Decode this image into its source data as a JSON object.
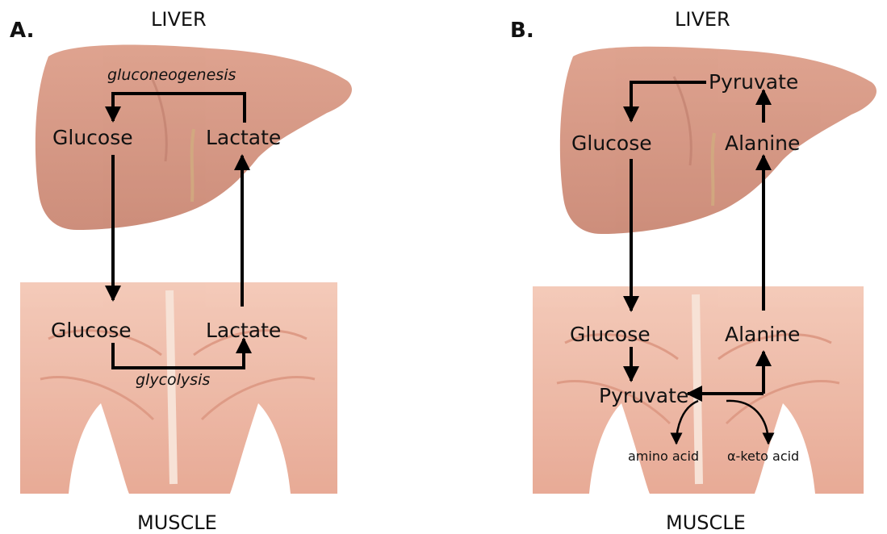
{
  "panel_a": {
    "label": "A.",
    "liver_title": "LIVER",
    "muscle_title": "MUSCLE",
    "liver_glucose": "Glucose",
    "liver_lactate": "Lactate",
    "muscle_glucose": "Glucose",
    "muscle_lactate": "Lactate",
    "gluconeogenesis": "gluconeogenesis",
    "glycolysis": "glycolysis"
  },
  "panel_b": {
    "label": "B.",
    "liver_title": "LIVER",
    "muscle_title": "MUSCLE",
    "liver_pyruvate": "Pyruvate",
    "liver_glucose": "Glucose",
    "liver_alanine": "Alanine",
    "muscle_glucose": "Glucose",
    "muscle_alanine": "Alanine",
    "muscle_pyruvate": "Pyruvate",
    "amino_acid": "amino acid",
    "keto_acid": "α-keto acid"
  },
  "colors": {
    "liver": "#c97e6a",
    "muscle": "#e8a48e",
    "arrow": "#000000"
  }
}
